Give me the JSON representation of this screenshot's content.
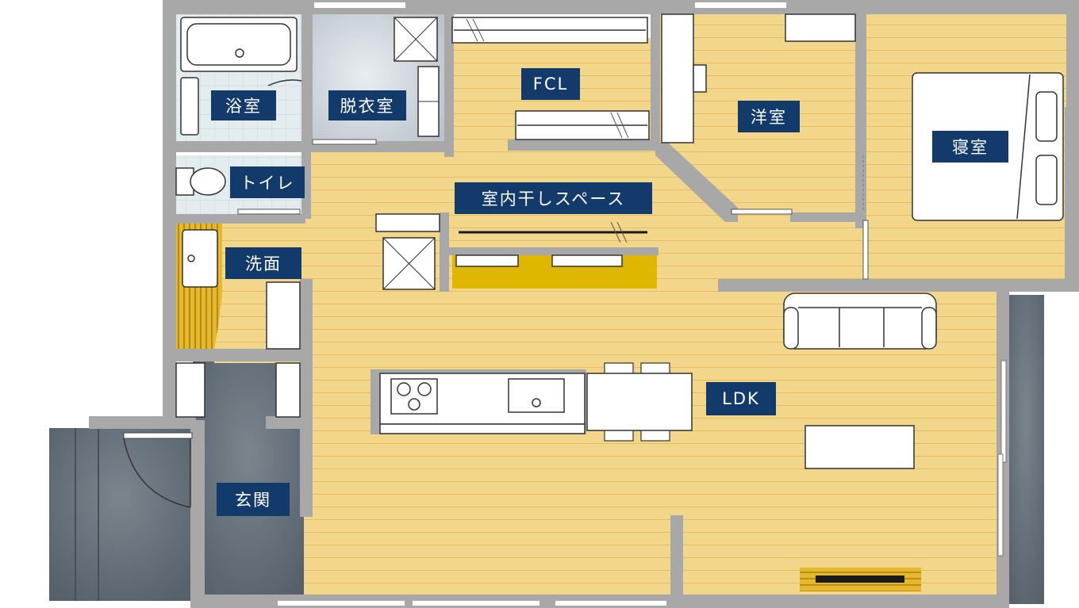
{
  "rooms": {
    "bath": "浴室",
    "dressing": "脱衣室",
    "fcl": "FCL",
    "western": "洋室",
    "bedroom": "寝室",
    "toilet": "トイレ",
    "drying_space": "室内干しスペース",
    "washroom": "洗面",
    "ldk": "LDK",
    "entrance": "玄関"
  },
  "colors": {
    "wood_floor": "#f2d68a",
    "wood_light": "#f7e3a6",
    "stone_floor": "#5e6a74",
    "wall": "#a8a8a8",
    "tile": "#dfe8ea",
    "label_bg": "#123a6b",
    "counter_yellow": "#e0b700",
    "slat": "#c79a1c",
    "fixture_white": "#ffffff"
  }
}
